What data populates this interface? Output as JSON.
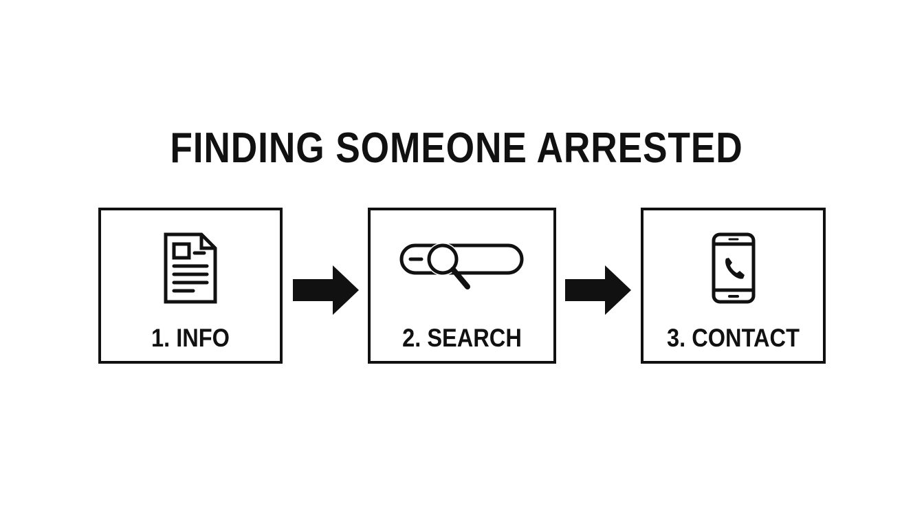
{
  "title": "FINDING SOMEONE ARRESTED",
  "steps": [
    {
      "label": "1. INFO",
      "icon": "document-icon"
    },
    {
      "label": "2. SEARCH",
      "icon": "search-bar-icon"
    },
    {
      "label": "3. CONTACT",
      "icon": "phone-icon"
    }
  ],
  "connectors": [
    {
      "icon": "arrow-right-icon"
    },
    {
      "icon": "arrow-right-icon"
    }
  ],
  "colors": {
    "ink": "#111111",
    "background": "#ffffff"
  }
}
